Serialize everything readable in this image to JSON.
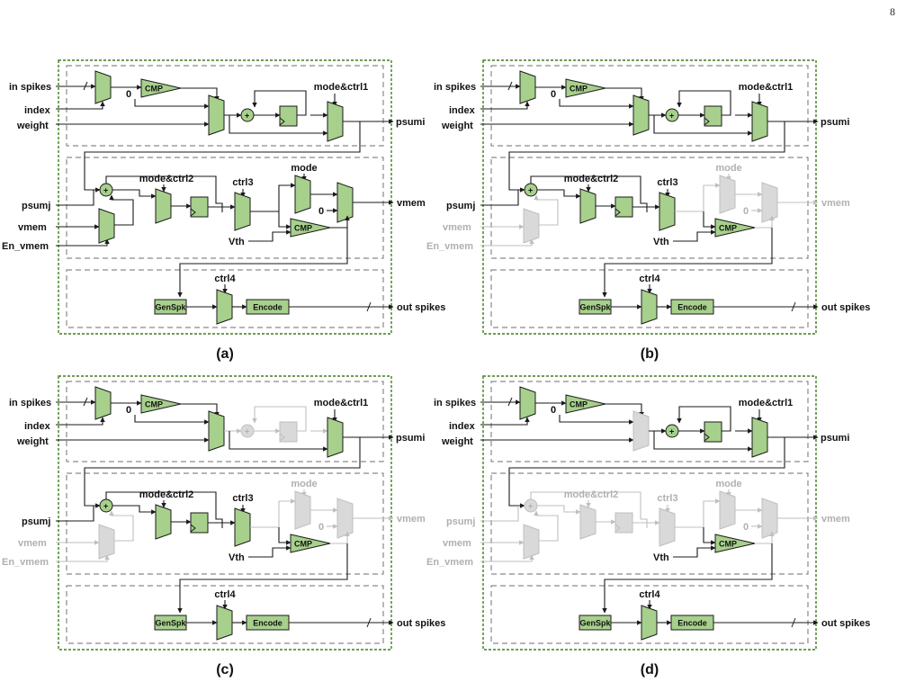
{
  "page_number": "8",
  "colors": {
    "active_fill": "#a7d08c",
    "active_stroke": "#1a1a1a",
    "inactive_fill": "#d9d9d9",
    "inactive_stroke": "#bfbfbf",
    "inactive_text": "#b0b0b0",
    "outer_border": "#3f7d1e",
    "stage_border": "#8a8a8a"
  },
  "labels": {
    "in_spikes": "in spikes",
    "index": "index",
    "weight": "weight",
    "zero": "0",
    "cmp": "CMP",
    "plus": "+",
    "mode_ctrl1": "mode&ctrl1",
    "psumi": "psumi",
    "psumj": "psumj",
    "vmem": "vmem",
    "en_vmem": "En_vmem",
    "mode_ctrl2": "mode&ctrl2",
    "ctrl3": "ctrl3",
    "mode": "mode",
    "vth": "Vth",
    "genspk": "GenSpk",
    "ctrl4": "ctrl4",
    "encode": "Encode",
    "out_spikes": "out spikes"
  },
  "panels": [
    {
      "caption": "(a)",
      "inactive": []
    },
    {
      "caption": "(b)",
      "inactive": [
        "vmem_mux",
        "mode",
        "mode_mux",
        "out_mux",
        "vmem_out"
      ]
    },
    {
      "caption": "(c)",
      "inactive": [
        "acc1",
        "vmem_mux",
        "mode",
        "mode_mux",
        "out_mux",
        "vmem_out"
      ]
    },
    {
      "caption": "(d)",
      "inactive": [
        "psumj",
        "add2",
        "mux2",
        "reg2",
        "ctrl3",
        "vmem_mux",
        "mode",
        "mode_mux",
        "out_mux",
        "vmem_out"
      ]
    }
  ]
}
